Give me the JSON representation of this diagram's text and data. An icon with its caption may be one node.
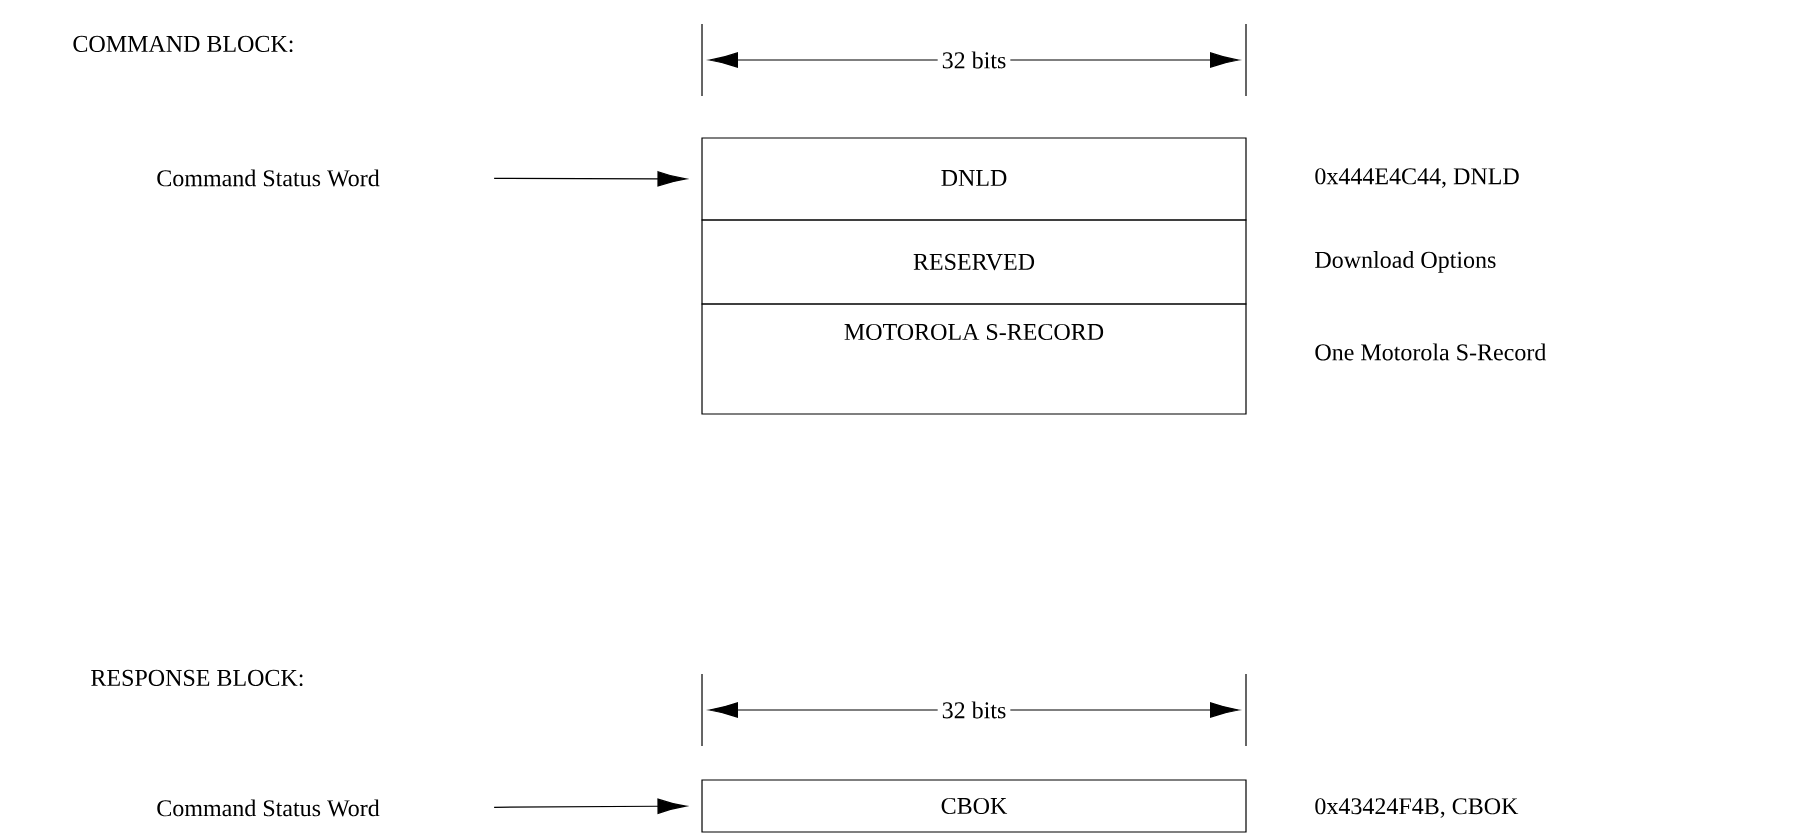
{
  "diagram": {
    "nodes": [
      {
        "text": [
          "Command Status Word"
        ]
      },
      {
        "text": [
          "DNLD"
        ],
        "beside": [
          "0x444E4C44, DNLD"
        ]
      },
      {
        "text": [
          "RESERVED"
        ],
        "beside": [
          "Download Options"
        ]
      },
      {
        "text": [
          "MOTOROLA S-RECORD"
        ],
        "beside": [
          "One Motorola S-Record"
        ]
      },
      {
        "text": [
          "Command Status Word"
        ]
      },
      {
        "text": [
          "CBOK"
        ],
        "beside": [
          "0x43424F4B, CBOK"
        ]
      }
    ],
    "edges": [
      {
        "from": 0,
        "to": 1,
        "arrow": "to"
      },
      {
        "from": 4,
        "to": 5,
        "arrow": "to"
      }
    ],
    "labels": [
      "COMMAND BLOCK:",
      "32 bits",
      "RESPONSE BLOCK:",
      "32 bits"
    ]
  }
}
